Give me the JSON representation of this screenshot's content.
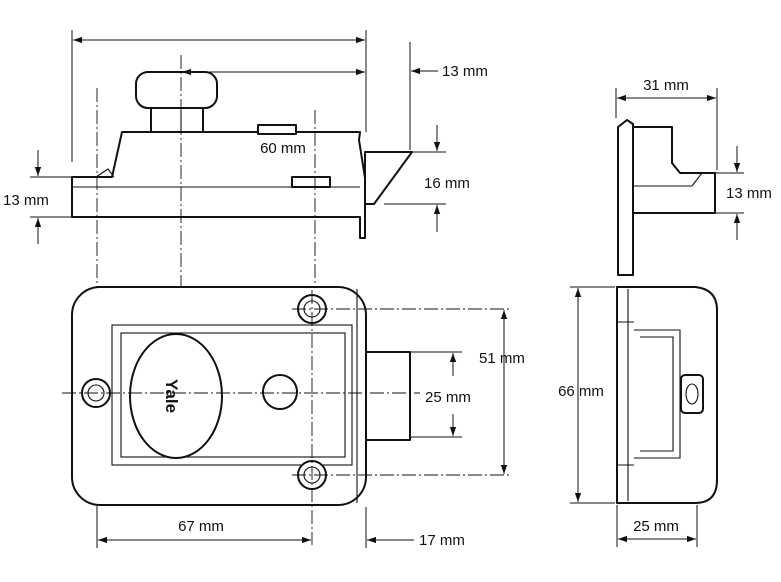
{
  "figure": {
    "brand": "Yale",
    "dimensions": {
      "top_overall_unlabeled": "",
      "knob_to_edge": "60 mm",
      "bolt_projection_top": "13 mm",
      "flange_height": "13 mm",
      "bolt_thickness": "16 mm",
      "side_width": "31 mm",
      "side_bolt_height": "13 mm",
      "fixing_centres": "51 mm",
      "bolt_height": "25 mm",
      "case_height": "66 mm",
      "keyhole_to_edge": "67 mm",
      "bolt_projection_front": "17 mm",
      "case_depth": "25 mm"
    }
  }
}
